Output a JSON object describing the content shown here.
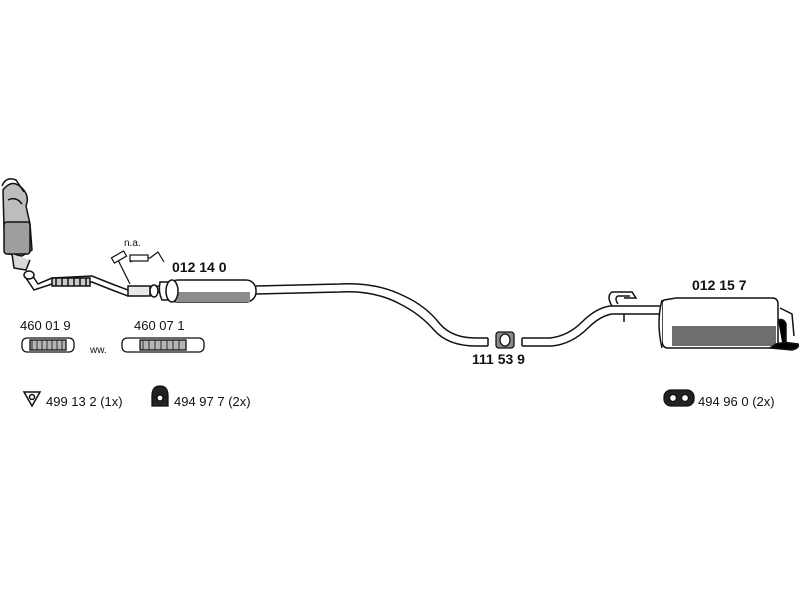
{
  "parts": {
    "front_muffler": "012 14 0",
    "rear_muffler": "012 15 7",
    "clamp": "111 53 9",
    "flex_pipe_a": "460 01 9",
    "flex_pipe_b": "460 07 1",
    "alternative": "ww.",
    "sensor_note": "n.a."
  },
  "hardware": {
    "gasket": "499 13 2 (1x)",
    "rubber_mount": "494 97 7 (2x)",
    "rubber_ring": "494 96 0 (2x)"
  }
}
